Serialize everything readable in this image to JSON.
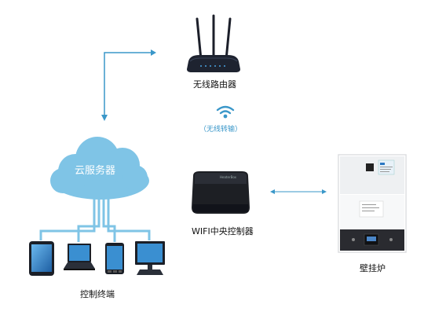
{
  "nodes": {
    "router": {
      "label": "无线路由器"
    },
    "wireless": {
      "label": "（无线转输）"
    },
    "cloud": {
      "label": "云服务器"
    },
    "controller": {
      "label": "WIFI中央控制器",
      "brand_text": "HeaterBox"
    },
    "boiler": {
      "label": "壁挂炉"
    },
    "terminals": {
      "label": "控制终端"
    }
  },
  "colors": {
    "accent": "#3a97c9",
    "cloud": "#7fc4e6",
    "cloud_dark": "#5fb0dc"
  }
}
